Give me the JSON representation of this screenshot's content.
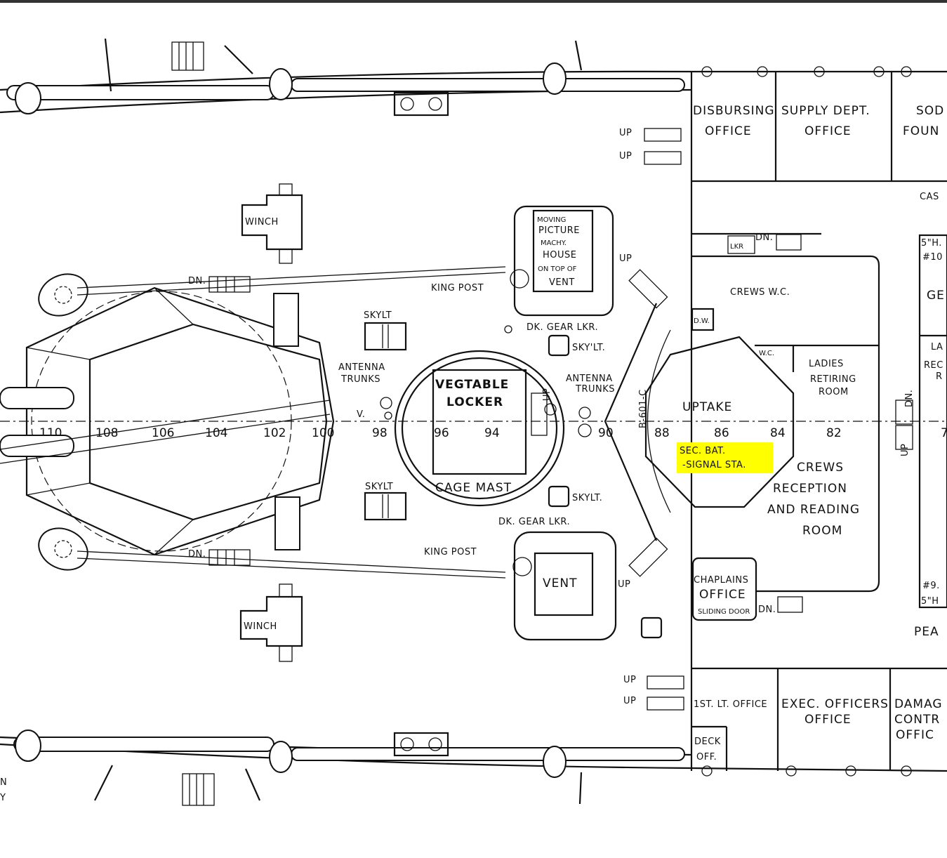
{
  "rooms": {
    "disbursing": [
      "DISBURSING",
      "OFFICE"
    ],
    "supply": [
      "SUPPLY DEPT.",
      "OFFICE"
    ],
    "soda": [
      "SOD",
      "FOUN"
    ],
    "cas": "CAS",
    "lkr": "LKR",
    "crews_wc": "CREWS W.C.",
    "gen": "GE",
    "dw": "D.W.",
    "wc": "W.C.",
    "ladies": [
      "LADIES",
      "RETIRING",
      "ROOM"
    ],
    "rec": [
      "LA",
      "REC",
      "R"
    ],
    "uptake": "UPTAKE",
    "signal": [
      "SEC. BAT.",
      "-SIGNAL STA."
    ],
    "crews_reception": [
      "CREWS",
      "RECEPTION",
      "AND READING",
      "ROOM"
    ],
    "chaplain": [
      "CHAPLAINS",
      "OFFICE"
    ],
    "sliding_door": "SLIDING DOOR",
    "pea": "PEA",
    "first_lt": "1ST. LT. OFFICE",
    "exec": [
      "EXEC. OFFICERS",
      "OFFICE"
    ],
    "damage": [
      "DAMAG",
      "CONTR",
      "OFFIC"
    ],
    "deck_off": [
      "DECK",
      "OFF."
    ],
    "moving_picture": [
      "MOVING",
      "PICTURE",
      "MACHY.",
      "HOUSE",
      "ON TOP OF",
      "VENT"
    ],
    "vent": "VENT",
    "vegetable": [
      "VEGTABLE",
      "LOCKER"
    ],
    "cage_mast": "CAGE MAST",
    "winch": "WINCH"
  },
  "labels": {
    "up": "UP",
    "dn": "DN.",
    "skylt": "SKY'LT.",
    "skylt2": "SKYLT.",
    "skylt_small": "SKYLT",
    "king_post": "KING POST",
    "dk_gear": "DK. GEAR LKR.",
    "antenna": [
      "ANTENNA",
      "TRUNKS"
    ],
    "b601": "B-601-C",
    "v": "V.",
    "sh10": [
      "5\"H.",
      "#10"
    ],
    "sh9": [
      "#9.",
      "5\"H"
    ],
    "left_edge": [
      "N",
      "Y"
    ]
  },
  "frames": [
    "110",
    "108",
    "106",
    "104",
    "102",
    "100",
    "98",
    "96",
    "94",
    "90",
    "88",
    "86",
    "84",
    "82",
    "7"
  ],
  "colors": {
    "highlight": "#ffff00",
    "ink": "#111111"
  }
}
